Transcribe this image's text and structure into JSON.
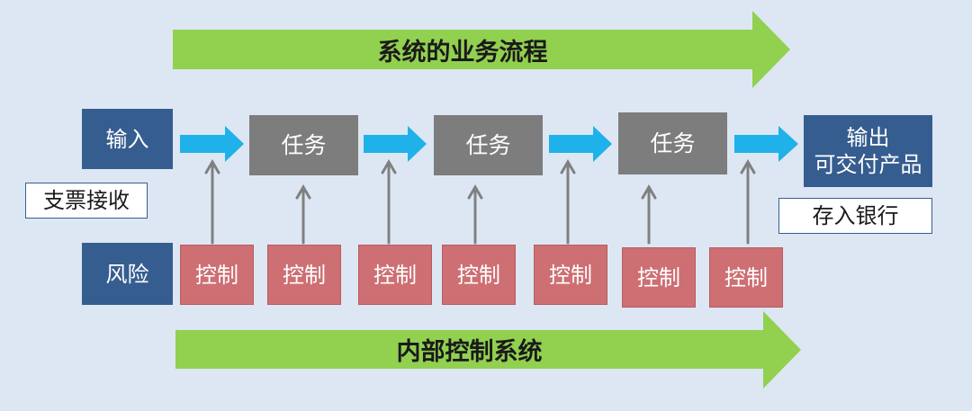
{
  "banners": {
    "top": "系统的业务流程",
    "bottom": "内部控制系统"
  },
  "input": {
    "label": "输入",
    "note": "支票接收"
  },
  "tasks": [
    "任务",
    "任务",
    "任务"
  ],
  "output": {
    "line1": "输出",
    "line2": "可交付产品",
    "note": "存入银行"
  },
  "risk": "风险",
  "controls": [
    "控制",
    "控制",
    "控制",
    "控制",
    "控制",
    "控制",
    "控制"
  ],
  "colors": {
    "background": "#dce7f3",
    "banner_arrow": "#92d050",
    "flow_arrow": "#1fb1ea",
    "node_blue": "#365d8f",
    "task_gray": "#7d7d7d",
    "control_red": "#cd6f73",
    "up_arrow": "#808080"
  }
}
